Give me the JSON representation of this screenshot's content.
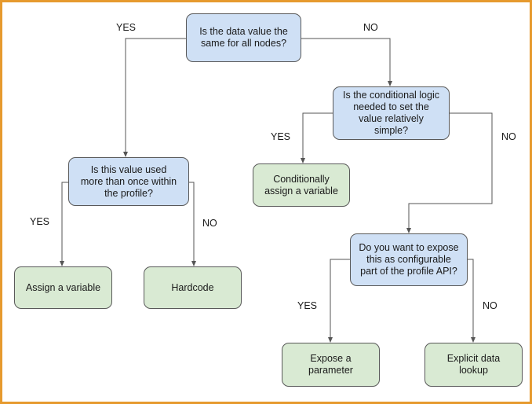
{
  "nodes": {
    "q1": "Is the data value the\nsame for all nodes?",
    "q2": "Is the conditional logic\nneeded to set the\nvalue relatively\nsimple?",
    "q3": "Is this value used\nmore than once within\nthe profile?",
    "q4": "Do you want to expose\nthis as configurable\npart of the profile API?",
    "o_conditional": "Conditionally\nassign a variable",
    "o_assign": "Assign a variable",
    "o_hardcode": "Hardcode",
    "o_expose": "Expose a\nparameter",
    "o_lookup": "Explicit data\nlookup"
  },
  "edge_labels": {
    "q1_yes": "YES",
    "q1_no": "NO",
    "q2_yes": "YES",
    "q2_no": "NO",
    "q3_yes": "YES",
    "q3_no": "NO",
    "q4_yes": "YES",
    "q4_no": "NO"
  },
  "colors": {
    "border_frame": "#e69a2e",
    "decision_fill": "#cfe0f5",
    "outcome_fill": "#d9ead3",
    "connector": "#555555"
  }
}
